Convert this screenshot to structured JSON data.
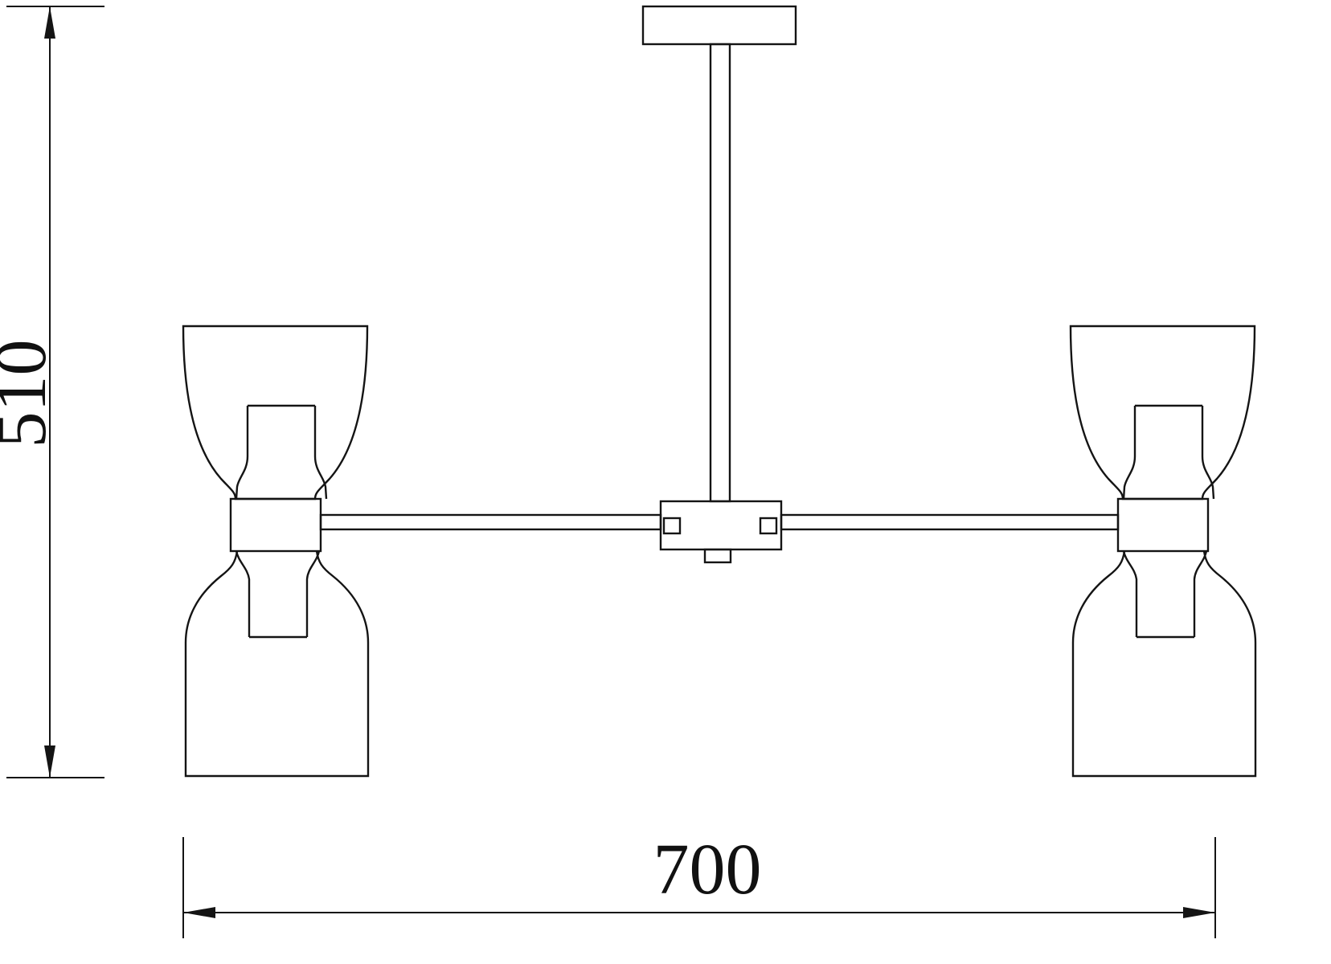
{
  "drawing": {
    "kind": "technical-dimension-drawing",
    "dimensions": {
      "height_label": "510",
      "width_label": "700"
    },
    "colors": {
      "line": "#141414",
      "background": "#ffffff"
    },
    "components": [
      "ceiling-mount-plate",
      "hanging-rod",
      "center-hub",
      "left-arm",
      "right-arm",
      "left-lamp",
      "right-lamp"
    ]
  }
}
